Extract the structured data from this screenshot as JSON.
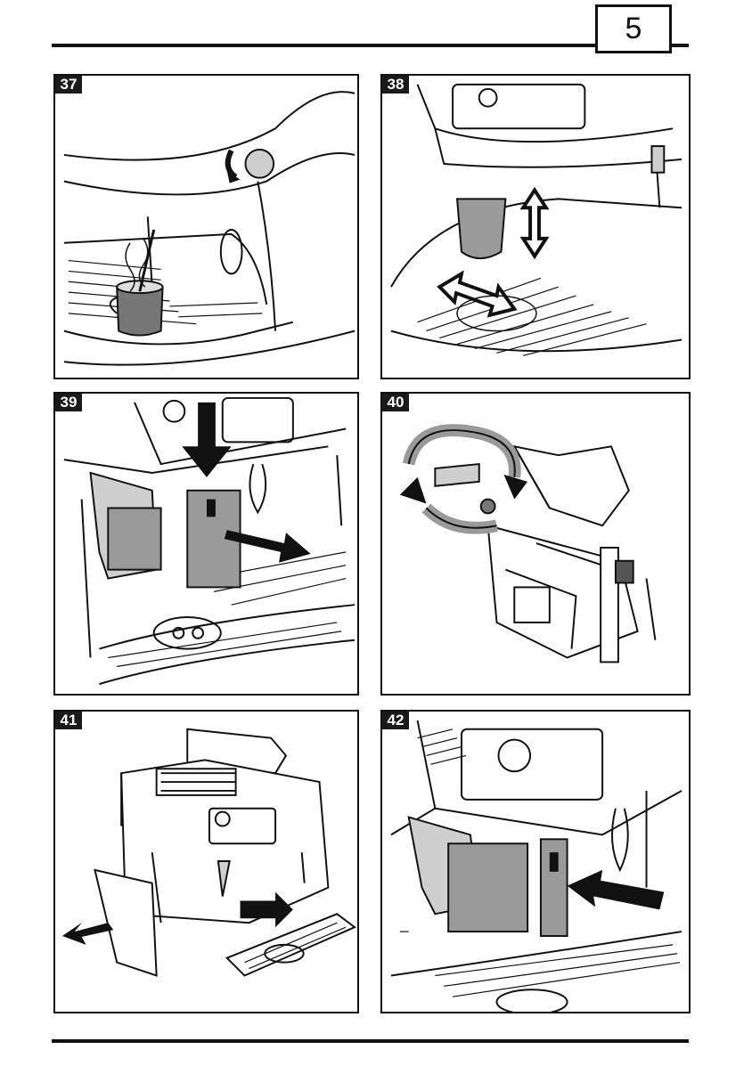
{
  "page": {
    "number": "5"
  },
  "steps": [
    {
      "label": "37",
      "icons": [
        "steam-knob-turn-icon",
        "cup-steam-wand-icon"
      ]
    },
    {
      "label": "38",
      "icons": [
        "up-down-arrow-icon",
        "left-right-arrow-icon",
        "dispenser-icon"
      ]
    },
    {
      "label": "39",
      "icons": [
        "down-arrow-icon",
        "right-arrow-icon",
        "brew-group-icon"
      ]
    },
    {
      "label": "40",
      "icons": [
        "rotate-arrow-icon",
        "brew-group-icon"
      ]
    },
    {
      "label": "41",
      "icons": [
        "left-arrow-icon",
        "right-arrow-icon",
        "machine-icon",
        "drip-tray-icon"
      ]
    },
    {
      "label": "42",
      "icons": [
        "left-arrow-icon",
        "brew-group-icon"
      ]
    }
  ],
  "colors": {
    "ink": "#111111",
    "shade": "#9a9a9a",
    "light_shade": "#cfcfcf"
  }
}
